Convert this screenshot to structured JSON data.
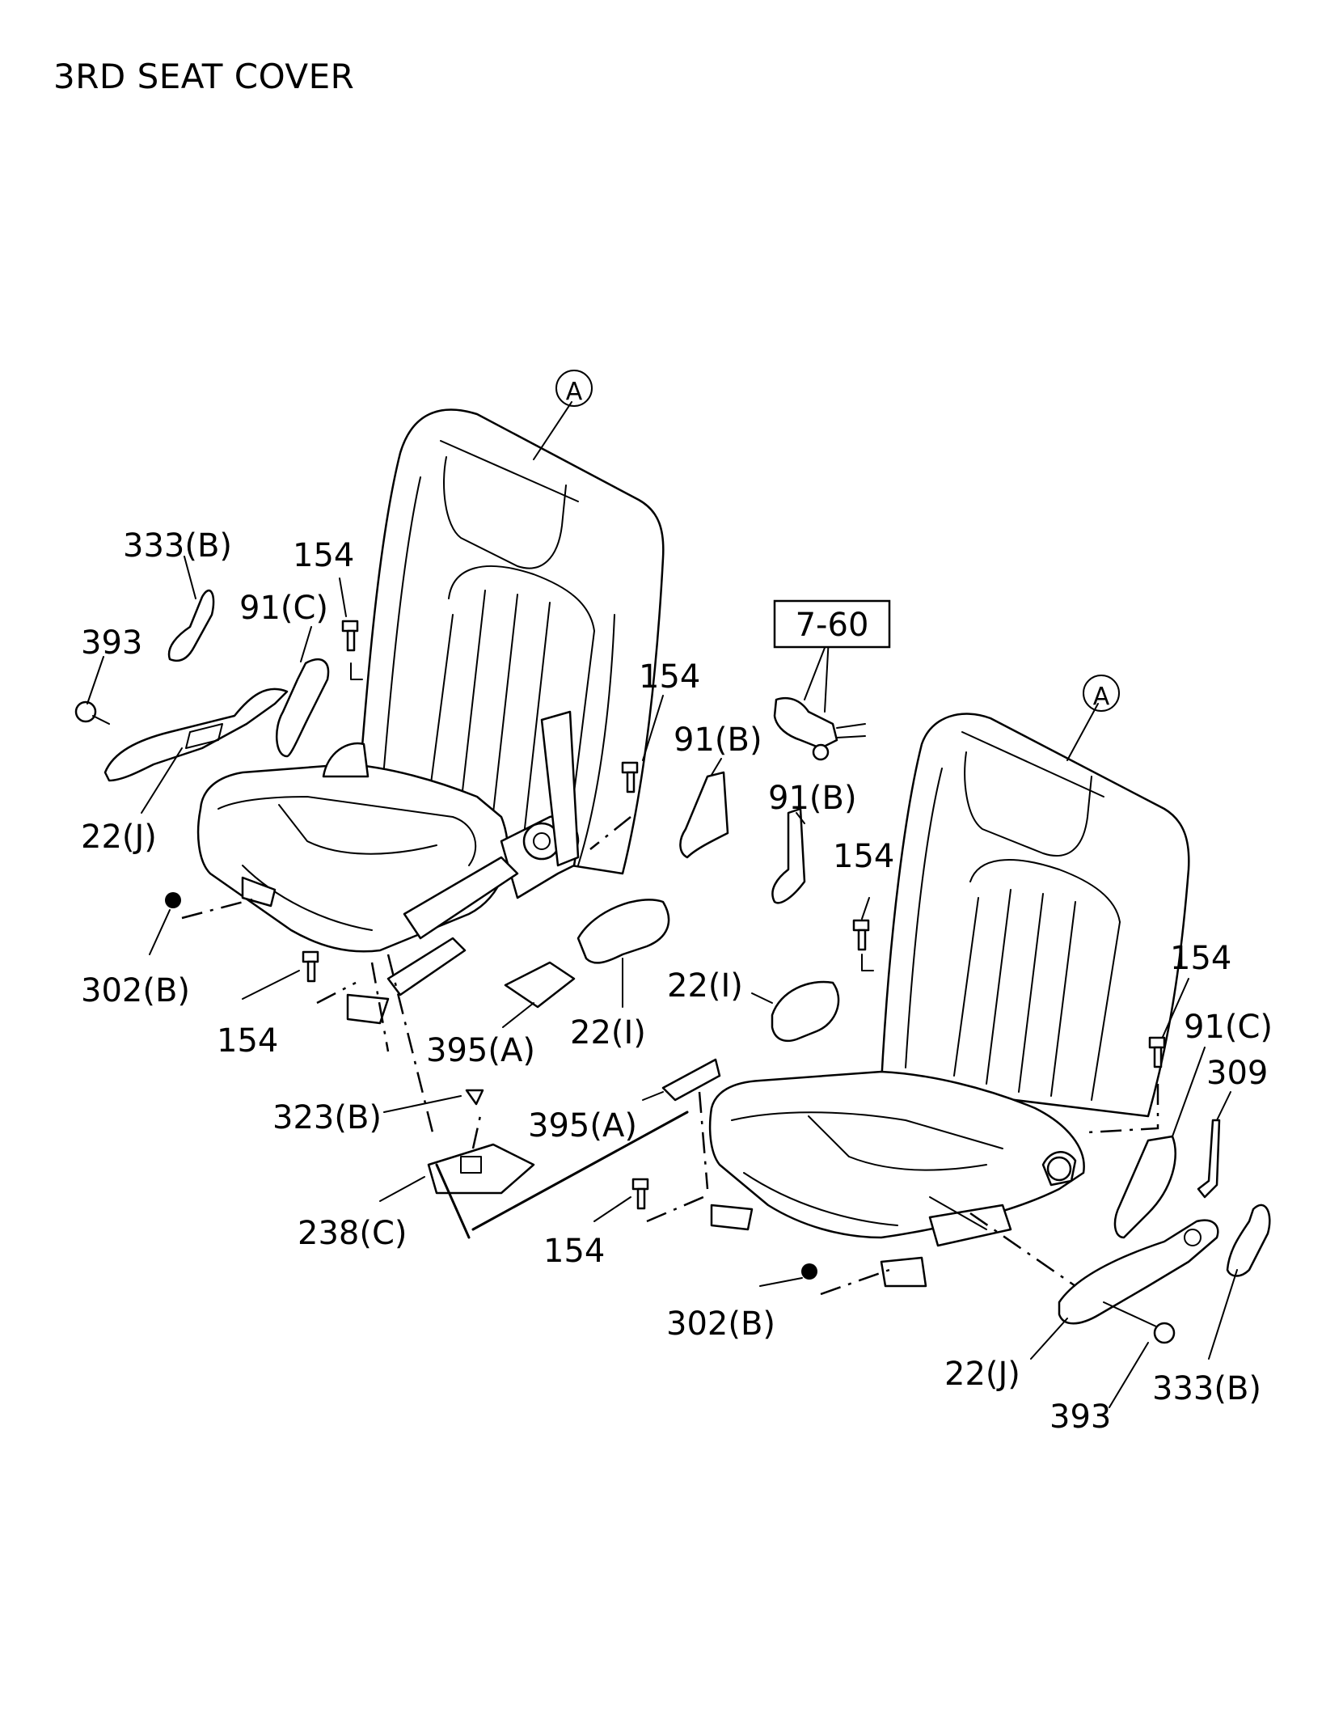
{
  "title": "3RD SEAT COVER",
  "ref_box": "7-60",
  "markers": [
    "A",
    "A"
  ],
  "callouts": {
    "c333b_l": "333(B)",
    "c154_a": "154",
    "c91c_l": "91(C)",
    "c393_l": "393",
    "c22j_l": "22(J)",
    "c302b_l": "302(B)",
    "c154_b": "154",
    "c395a_1": "395(A)",
    "c22i_1": "22(I)",
    "c323b": "323(B)",
    "c238c": "238(C)",
    "c154_c": "154",
    "c91b_1": "91(B)",
    "c91b_2": "91(B)",
    "c154_d": "154",
    "c22i_2": "22(I)",
    "c395a_2": "395(A)",
    "c154_e": "154",
    "c302b_r": "302(B)",
    "c154_f": "154",
    "c91c_r": "91(C)",
    "c309": "309",
    "c22j_r": "22(J)",
    "c393_r": "393",
    "c333b_r": "333(B)"
  }
}
